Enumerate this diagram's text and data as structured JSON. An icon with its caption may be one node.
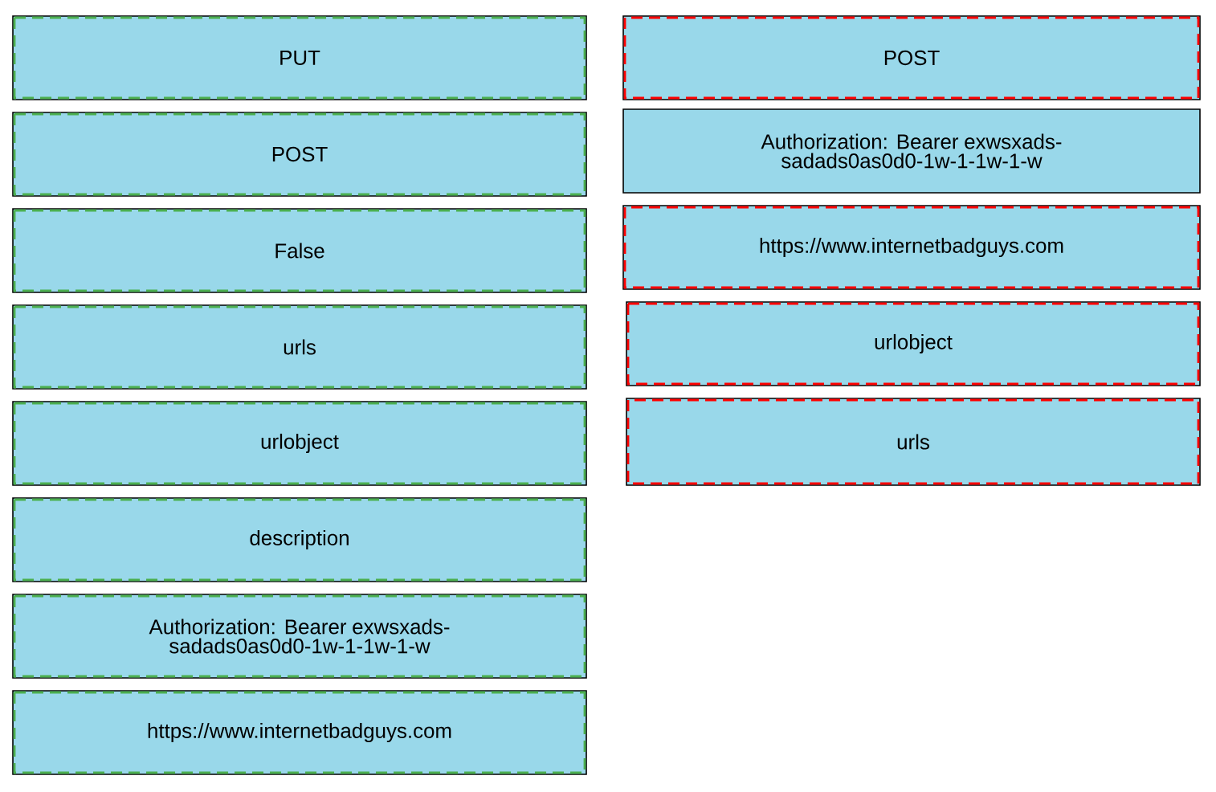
{
  "diagram": {
    "nodes": [
      {
        "text": [
          "PUT"
        ]
      },
      {
        "text": [
          "POST"
        ]
      },
      {
        "text": [
          "False"
        ]
      },
      {
        "text": [
          "urls"
        ]
      },
      {
        "text": [
          "urlobject"
        ]
      },
      {
        "text": [
          "description"
        ]
      },
      {
        "text": [
          "Authorization: Bearer exwsxads-sadads0as0d0-1w-1-1w-1-w"
        ]
      },
      {
        "text": [
          "https://www.internetbadguys.com"
        ]
      },
      {
        "text": [
          "POST"
        ]
      },
      {
        "text": [
          "Authorization: Bearer exwsxads-sadads0as0d0-1w-1-1w-1-w"
        ]
      },
      {
        "text": [
          "https://www.internetbadguys.com"
        ]
      },
      {
        "text": [
          "urlobject"
        ]
      },
      {
        "text": [
          "urls"
        ]
      }
    ]
  }
}
